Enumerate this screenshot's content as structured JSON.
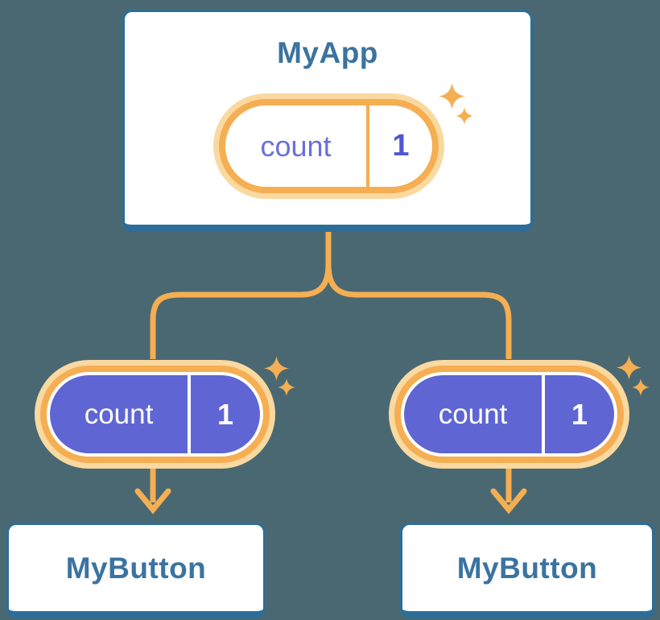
{
  "colors": {
    "background": "#4A6872",
    "card_fill": "#FFFFFF",
    "card_border_blue": "#2C6E98",
    "heading_text_blue": "#3B73A0",
    "connector_orange": "#F5AE52",
    "halo_pale_orange": "#FAD9A0",
    "state_pill_purple": "#5F66D3",
    "state_name_purple": "#6A6FDB",
    "state_value_purple": "#5157CF"
  },
  "root": {
    "title": "MyApp",
    "state": {
      "name": "count",
      "value": "1"
    }
  },
  "children": [
    {
      "title": "MyButton",
      "state": {
        "name": "count",
        "value": "1"
      }
    },
    {
      "title": "MyButton",
      "state": {
        "name": "count",
        "value": "1"
      }
    }
  ]
}
